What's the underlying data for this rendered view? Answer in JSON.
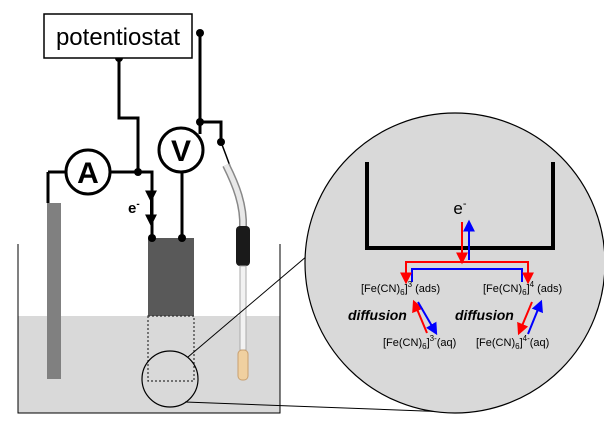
{
  "labels": {
    "potentiostat": "potentiostat",
    "ammeter": "A",
    "voltmeter": "V",
    "electron_left": "e",
    "electron_left_sup": "-",
    "electron_zoom": "e",
    "electron_zoom_sup": "-"
  },
  "species": {
    "ferricyanide_ads_pre": "[Fe(CN)",
    "ferricyanide_ads_sub": "6",
    "ferricyanide_ads_sup": "]",
    "ferricyanide_ads_charge": "3",
    "ferricyanide_ads_post": " (ads)",
    "ferrocyanide_ads_pre": "[Fe(CN)",
    "ferrocyanide_ads_sub": "6",
    "ferrocyanide_ads_sup": "]",
    "ferrocyanide_ads_charge": "4",
    "ferrocyanide_ads_post": " (ads)",
    "ferricyanide_aq_pre": "[Fe(CN)",
    "ferricyanide_aq_sub": "6",
    "ferricyanide_aq_post": "]",
    "ferricyanide_aq_charge": "3-",
    "ferricyanide_aq_state": "(aq)",
    "ferrocyanide_aq_pre": "[Fe(CN)",
    "ferrocyanide_aq_sub": "6",
    "ferrocyanide_aq_post": "]",
    "ferrocyanide_aq_charge": "4-",
    "ferrocyanide_aq_state": "(aq)"
  },
  "process_labels": {
    "diffusion_left": "diffusion",
    "diffusion_right": "diffusion"
  },
  "colors": {
    "reduction_arrow": "#ff0000",
    "oxidation_arrow": "#0000ff",
    "solution": "#d9d9d9",
    "zoom_bg": "#d9d9d9",
    "electrode_dark": "#595959",
    "electrode_grey": "#808080",
    "wire": "#000000"
  }
}
